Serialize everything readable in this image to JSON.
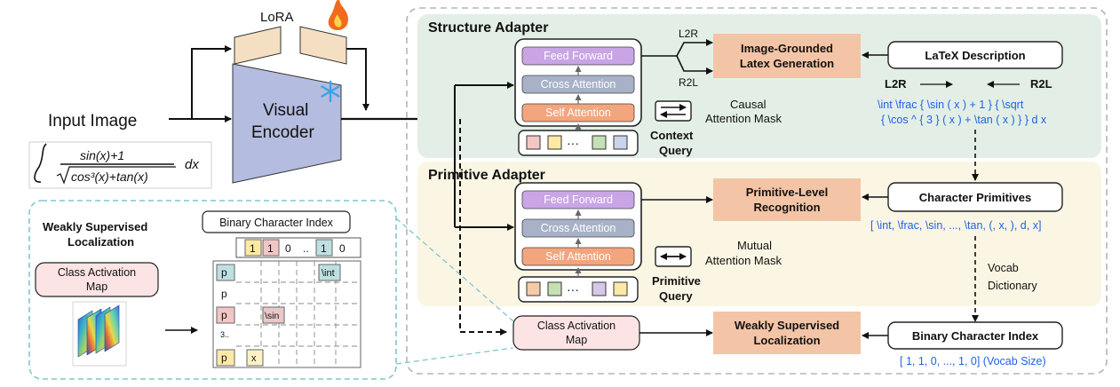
{
  "input": {
    "label": "Input Image",
    "formula_numerator": "sin(x)+1",
    "formula_denominator": "cos³(x)+tan(x)",
    "formula_suffix": "dx"
  },
  "encoder": {
    "lora_label": "LoRA",
    "visual_encoder_label_1": "Visual",
    "visual_encoder_label_2": "Encoder"
  },
  "structure_adapter": {
    "title": "Structure Adapter",
    "layers": [
      "Feed Forward",
      "Cross Attention",
      "Self Attention"
    ],
    "l2r": "L2R",
    "r2l": "R2L",
    "generation_1": "Image-Grounded",
    "generation_2": "Latex Generation",
    "latex_description": "LaTeX Description",
    "dir_l2r": "L2R",
    "dir_r2l": "R2L",
    "latex_line1": "\\int \\frac { \\sin ( x ) + 1 } { \\sqrt",
    "latex_line2": "{ \\cos ^ { 3 } ( x ) + \\tan ( x ) } } d x",
    "mask_label_1": "Causal",
    "mask_label_2": "Attention Mask",
    "query_label_1": "Context",
    "query_label_2": "Query",
    "query_colors": [
      "#f3c6c6",
      "#fde9a6",
      "#c5e0b4",
      "#c9d3ec"
    ]
  },
  "primitive_adapter": {
    "title": "Primitive Adapter",
    "layers": [
      "Feed Forward",
      "Cross Attention",
      "Self Attention"
    ],
    "recognition_1": "Primitive-Level",
    "recognition_2": "Recognition",
    "character_primitives": "Character Primitives",
    "primitives_list": "[ \\int, \\frac, \\sin, ..., \\tan, (, x, ), d, x]",
    "mask_label_1": "Mutual",
    "mask_label_2": "Attention Mask",
    "query_label_1": "Primitive",
    "query_label_2": "Query",
    "vocab_1": "Vocab",
    "vocab_2": "Dictionary",
    "query_colors": [
      "#f5cba7",
      "#c5e0b4",
      "#d5c8e8",
      "#fde9a6"
    ]
  },
  "localization": {
    "cam_1": "Class Activation",
    "cam_2": "Map",
    "weak_1": "Weakly Supervised",
    "weak_2": "Localization",
    "binary_index": "Binary Character Index",
    "binary_vector": "[ 1, 1, 0, ..., 1, 0] (Vocab Size)"
  },
  "inset": {
    "title_1": "Weakly Supervised",
    "title_2": "Localization",
    "binary_index": "Binary Character Index",
    "bits": [
      "1",
      "1",
      "0",
      "..",
      "1",
      "0"
    ],
    "cam_1": "Class Activation",
    "cam_2": "Map",
    "row_labels": [
      "p",
      "p",
      "p",
      "3..",
      "p"
    ],
    "cell_int": "\\int",
    "cell_sin": "\\sin",
    "cell_x": "x"
  },
  "colors": {
    "structure_bg": "#e3efe6",
    "primitive_bg": "#fbf6e3",
    "orange_box": "#f3c4a6",
    "feed_forward": "#c9a5e6",
    "cross_attention": "#a7b1c7",
    "self_attention": "#f3a57d",
    "encoder": "#b4bcdf",
    "cam_pink": "#fde4e4",
    "blue_text": "#1f62e6"
  }
}
